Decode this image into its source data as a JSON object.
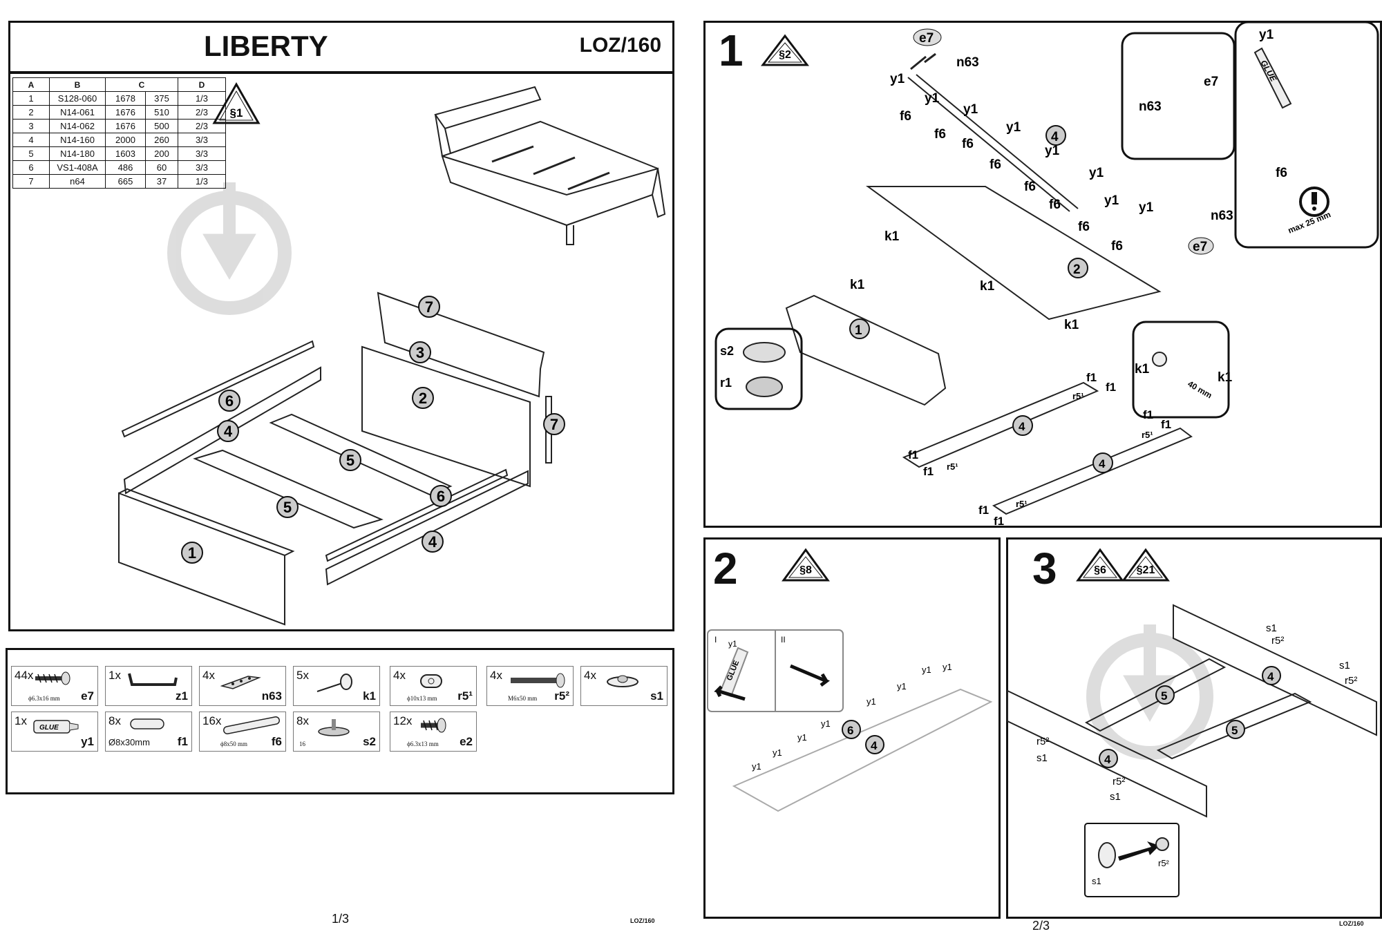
{
  "header": {
    "title": "LIBERTY",
    "code": "LOZ/160"
  },
  "parts_table": {
    "headers": [
      "A",
      "B",
      "C",
      "D"
    ],
    "rows": [
      [
        "1",
        "S128-060",
        "1678",
        "375",
        "1/3"
      ],
      [
        "2",
        "N14-061",
        "1676",
        "510",
        "2/3"
      ],
      [
        "3",
        "N14-062",
        "1676",
        "500",
        "2/3"
      ],
      [
        "4",
        "N14-160",
        "2000",
        "260",
        "3/3"
      ],
      [
        "5",
        "N14-180",
        "1603",
        "200",
        "3/3"
      ],
      [
        "6",
        "VS1-408A",
        "486",
        "60",
        "3/3"
      ],
      [
        "7",
        "n64",
        "665",
        "37",
        "1/3"
      ]
    ]
  },
  "warnings": {
    "s1": "§1",
    "s2": "§2",
    "s8": "§8",
    "s6": "§6",
    "s21": "§21"
  },
  "overview_labels": [
    "1",
    "2",
    "3",
    "4",
    "4",
    "5",
    "5",
    "6",
    "6",
    "7",
    "7"
  ],
  "hardware": [
    {
      "qty": "44x",
      "code": "e7",
      "dim": "ϕ6.3x16 mm",
      "icon": "screw-icon"
    },
    {
      "qty": "1x",
      "code": "z1",
      "dim": "",
      "icon": "hex-key-icon"
    },
    {
      "qty": "4x",
      "code": "n63",
      "dim": "",
      "icon": "bracket-icon"
    },
    {
      "qty": "5x",
      "code": "k1",
      "dim": "",
      "icon": "nail-icon"
    },
    {
      "qty": "4x",
      "code": "r5¹",
      "dim": "ϕ10x13 mm",
      "icon": "barrel-nut-icon"
    },
    {
      "qty": "4x",
      "code": "r5²",
      "dim": "M6x50 mm",
      "icon": "bolt-icon"
    },
    {
      "qty": "4x",
      "code": "s1",
      "dim": "",
      "icon": "cap-icon"
    },
    {
      "qty": "1x",
      "code": "y1",
      "dim": "",
      "icon": "glue-icon"
    },
    {
      "qty": "8x",
      "code": "f1",
      "dim": "Ø8x30mm",
      "icon": "dowel-icon"
    },
    {
      "qty": "16x",
      "code": "f6",
      "dim": "ϕ8x50 mm",
      "icon": "dowel-long-icon"
    },
    {
      "qty": "8x",
      "code": "s2",
      "dim": "16",
      "icon": "glide-icon"
    },
    {
      "qty": "12x",
      "code": "e2",
      "dim": "ϕ6.3x13 mm",
      "icon": "screw-short-icon"
    }
  ],
  "step1": {
    "number": "1",
    "labels": [
      "e7",
      "n63",
      "y1",
      "y1",
      "y1",
      "y1",
      "y1",
      "y1",
      "y1",
      "y1",
      "f6",
      "f6",
      "f6",
      "f6",
      "f6",
      "f6",
      "f6",
      "f6",
      "f6",
      "4",
      "n63",
      "e7",
      "k1",
      "k1",
      "k1",
      "k1",
      "k1",
      "k1",
      "2",
      "1",
      "s2",
      "r1",
      "4",
      "4",
      "f1",
      "f1",
      "f1",
      "f1",
      "f1",
      "f1",
      "f1",
      "f1",
      "r5¹",
      "r5¹",
      "r5¹",
      "r5¹",
      "n63",
      "e7",
      "y1",
      "GLUE",
      "max 25 mm",
      "40 mm"
    ]
  },
  "step2": {
    "number": "2",
    "labels": [
      "I",
      "II",
      "y1",
      "GLUE",
      "y1",
      "y1",
      "y1",
      "y1",
      "y1",
      "y1",
      "y1",
      "y1",
      "6",
      "4"
    ]
  },
  "step3": {
    "number": "3",
    "labels": [
      "s1",
      "r5²",
      "s1",
      "r5²",
      "4",
      "5",
      "5",
      "4",
      "r5²",
      "s1",
      "r5²",
      "s1",
      "s1",
      "r5²"
    ]
  },
  "footer": {
    "page1": "1/3",
    "code1": "LOZ/160",
    "page2": "2/3",
    "code2": "LOZ/160"
  }
}
